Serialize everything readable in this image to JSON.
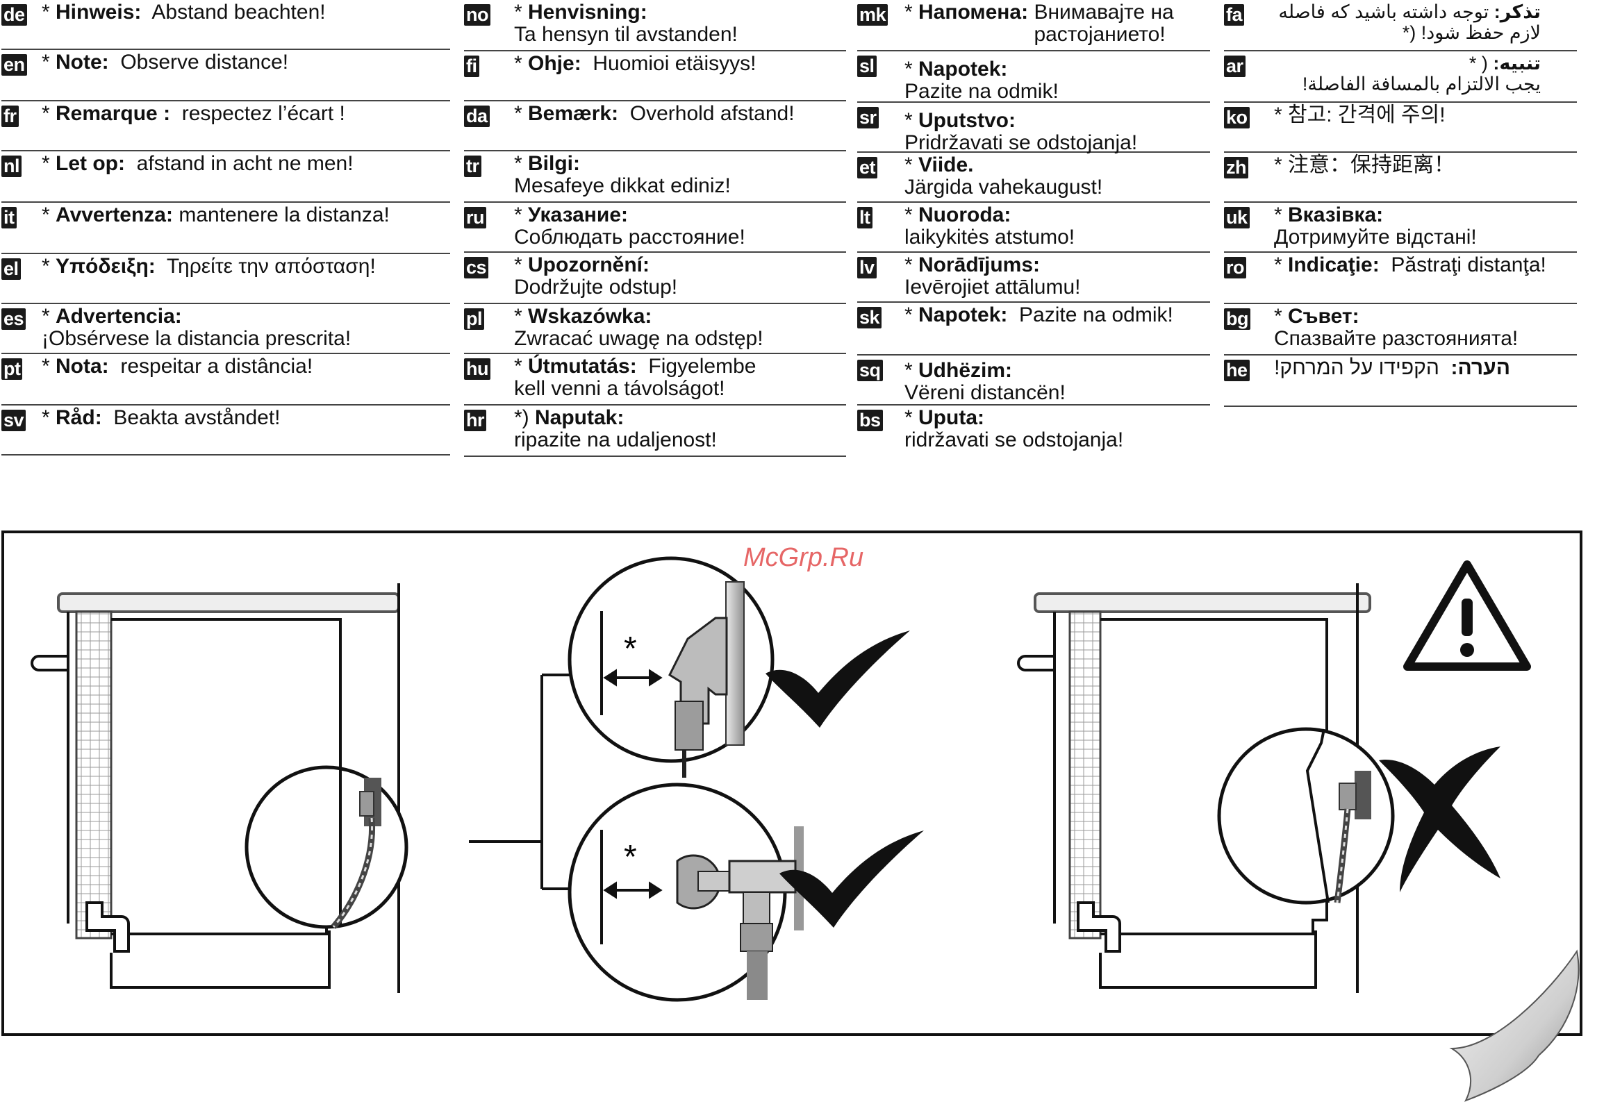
{
  "notes": [
    {
      "code": "de",
      "label": "Hinweis:",
      "text": "Abstand beachten!"
    },
    {
      "code": "en",
      "label": "Note:",
      "text": "Observe distance!"
    },
    {
      "code": "fr",
      "label": "Remarque :",
      "text": "respectez l’écart !"
    },
    {
      "code": "nl",
      "label": "Let op:",
      "text": "afstand in acht ne men!"
    },
    {
      "code": "it",
      "label": "Avvertenza:",
      "text": "mantenere la distanza!"
    },
    {
      "code": "el",
      "label": "Υπόδειξη:",
      "text": "Τηρείτε την απόσταση!"
    },
    {
      "code": "es",
      "label": "Advertencia:",
      "text": "¡Obsérvese la distancia prescrita!"
    },
    {
      "code": "pt",
      "label": "Nota:",
      "text": "respeitar a distância!"
    },
    {
      "code": "sv",
      "label": "Råd:",
      "text": "Beakta avståndet!"
    },
    {
      "code": "no",
      "label": "Henvisning:",
      "text": "Ta hensyn til avstanden!"
    },
    {
      "code": "fi",
      "label": "Ohje:",
      "text": "Huomioi etäisyys!"
    },
    {
      "code": "da",
      "label": "Bemærk:",
      "text": "Overhold afstand!"
    },
    {
      "code": "tr",
      "label": "Bilgi:",
      "text": "Mesafeye dikkat ediniz!"
    },
    {
      "code": "ru",
      "label": "Указание:",
      "text": "Соблюдать расстояние!"
    },
    {
      "code": "cs",
      "label": "Upozornění:",
      "text": "Dodržujte odstup!"
    },
    {
      "code": "pl",
      "label": "Wskazówka:",
      "text": "Zwracać uwagę na odstęp!"
    },
    {
      "code": "hu",
      "label": "Útmutatás:",
      "text": "Figyelembe kell venni a távolságot!"
    },
    {
      "code": "hr",
      "label": "Naputak:",
      "text": "ripazite na udaljenost!"
    },
    {
      "code": "mk",
      "label": "Напомена:",
      "text": "Внимавајте на растојанието!"
    },
    {
      "code": "sl",
      "label": "Napotek:",
      "text": "Pazite na odmik!"
    },
    {
      "code": "sr",
      "label": "Uputstvo:",
      "text": "Pridržavati se odstojanja!"
    },
    {
      "code": "et",
      "label": "Viide.",
      "text": "Järgida vahekaugust!"
    },
    {
      "code": "lt",
      "label": "Nuoroda:",
      "text": "laikykitės atstumo!"
    },
    {
      "code": "lv",
      "label": "Norādījums:",
      "text": "Ievērojiet attālumu!"
    },
    {
      "code": "sk",
      "label": "Napotek:",
      "text": "Pazite na odmik!"
    },
    {
      "code": "sq",
      "label": "Udhëzim:",
      "text": "Vëreni distancën!"
    },
    {
      "code": "bs",
      "label": "Uputa:",
      "text": "ridržavati se odstojanja!"
    },
    {
      "code": "fa",
      "label": "تذکر:",
      "text": "توجه داشته باشید که فاصله لازم حفظ شود!"
    },
    {
      "code": "ar",
      "label": "تنبيه:",
      "text": "يجب الالتزام بالمسافة الفاصلة!"
    },
    {
      "code": "ko",
      "label": "참고:",
      "text": "간격에 주의!"
    },
    {
      "code": "zh",
      "label": "注意：",
      "text": "保持距离！"
    },
    {
      "code": "uk",
      "label": "Вказівка:",
      "text": "Дотримуйте відстані!"
    },
    {
      "code": "ro",
      "label": "Indicaţie:",
      "text": "Păstraţi distanţa!"
    },
    {
      "code": "bg",
      "label": "Съвет:",
      "text": "Спазвайте разстоянията!"
    },
    {
      "code": "he",
      "label": "הערה:",
      "text": "הקפידו על המרחק!"
    }
  ],
  "figure": {
    "star": "*",
    "watermark": "McGrp.Ru",
    "icons": [
      "check-icon",
      "check-icon",
      "cross-icon",
      "warning-icon"
    ]
  }
}
